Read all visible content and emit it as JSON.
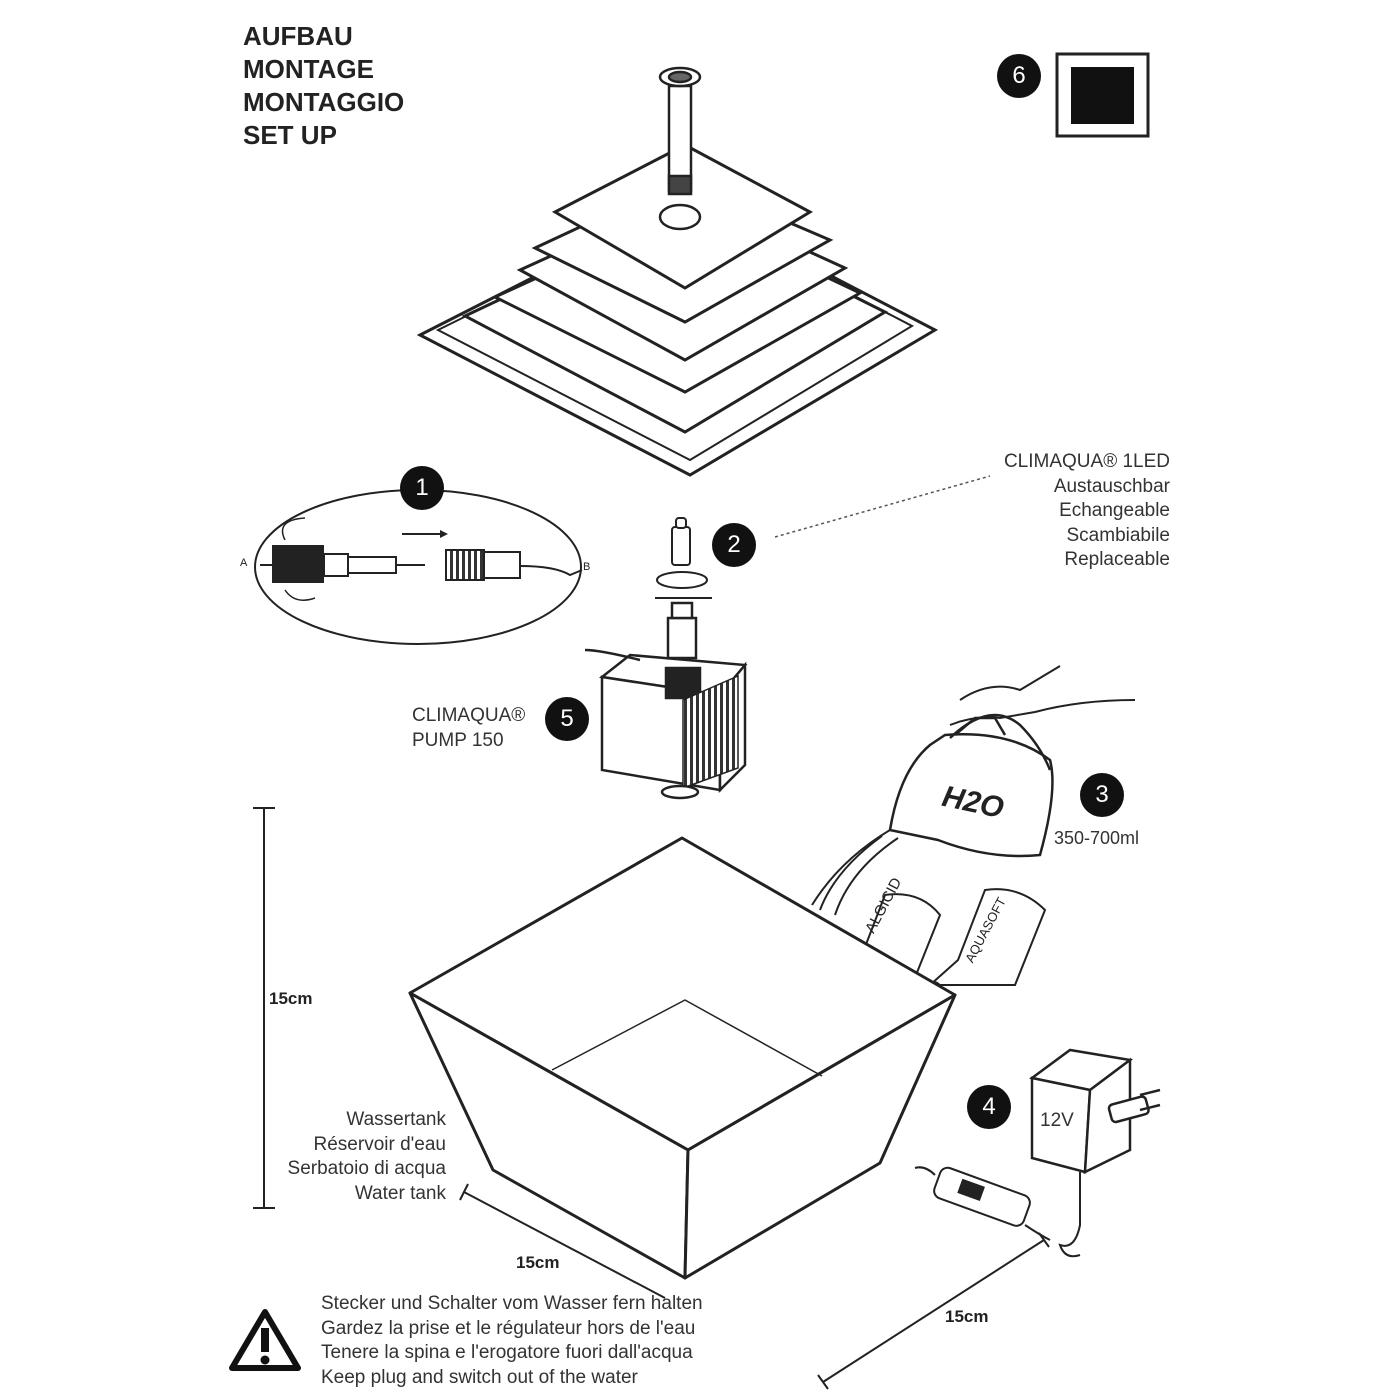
{
  "title_lines": [
    "AUFBAU",
    "MONTAGE",
    "MONTAGGIO",
    "SET UP"
  ],
  "steps": {
    "s1": "1",
    "s2": "2",
    "s3": "3",
    "s4": "4",
    "s5": "5",
    "s6": "6"
  },
  "led_label": [
    "CLIMAQUA® 1LED",
    "Austauschbar",
    "Echangeable",
    "Scambiabile",
    "Replaceable"
  ],
  "pump_label": [
    "CLIMAQUA®",
    "PUMP 150"
  ],
  "water_amount": "350-700ml",
  "jug_label": "H2O",
  "bottles": {
    "left": "ALGICID",
    "right": "AQUASOFT"
  },
  "adapter_voltage": "12V",
  "tank_label": [
    "Wassertank",
    "Réservoir d'eau",
    "Serbatoio di acqua",
    "Water tank"
  ],
  "dimensions": {
    "height": "15cm",
    "width": "15cm",
    "depth": "15cm"
  },
  "connector_marks": {
    "a": "A",
    "b": "B"
  },
  "warning": [
    "Stecker und Schalter vom Wasser fern halten",
    "Gardez la prise et le régulateur hors de l'eau",
    "Tenere la spina e l'erogatore fuori dall'acqua",
    "Keep plug and switch out of the water"
  ],
  "icons": [
    "warning-triangle-icon",
    "hand-icon",
    "jug-icon",
    "plug-adapter-icon",
    "switch-icon"
  ]
}
